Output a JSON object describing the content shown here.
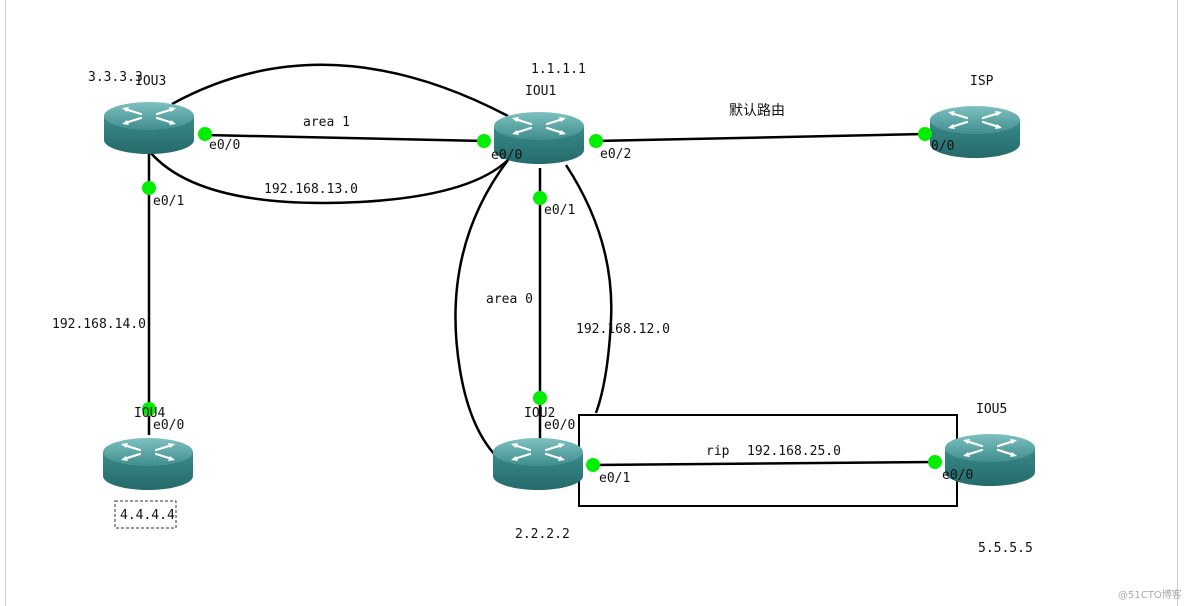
{
  "routers": {
    "iou3": {
      "name": "IOU3",
      "loopback": "3.3.3.3"
    },
    "iou1": {
      "name": "IOU1",
      "loopback": "1.1.1.1"
    },
    "isp": {
      "name": "ISP"
    },
    "iou4": {
      "name": "IOU4",
      "loopback": "4.4.4.4"
    },
    "iou2": {
      "name": "IOU2",
      "loopback": "2.2.2.2"
    },
    "iou5": {
      "name": "IOU5",
      "loopback": "5.5.5.5"
    }
  },
  "ports": {
    "iou3_e00": "e0/0",
    "iou3_e01": "e0/1",
    "iou1_e00": "e0/0",
    "iou1_e02": "e0/2",
    "iou1_e01": "e0/1",
    "isp_00": "0/0",
    "iou4_e00": "e0/0",
    "iou2_e00": "e0/0",
    "iou2_e01": "e0/1",
    "iou5_e00": "e0/0"
  },
  "links": {
    "area1": "area 1",
    "net13": "192.168.13.0",
    "default_route": "默认路由",
    "net14": "192.168.14.0",
    "area0": "area 0",
    "net12": "192.168.12.0",
    "rip": "rip",
    "net25": "192.168.25.0"
  },
  "watermark": "@51CTO博客",
  "colors": {
    "router_top": "#4f9c9c",
    "router_side": "#2f7f80",
    "port": "#00ee00"
  },
  "icons": {
    "router": "router-icon"
  }
}
